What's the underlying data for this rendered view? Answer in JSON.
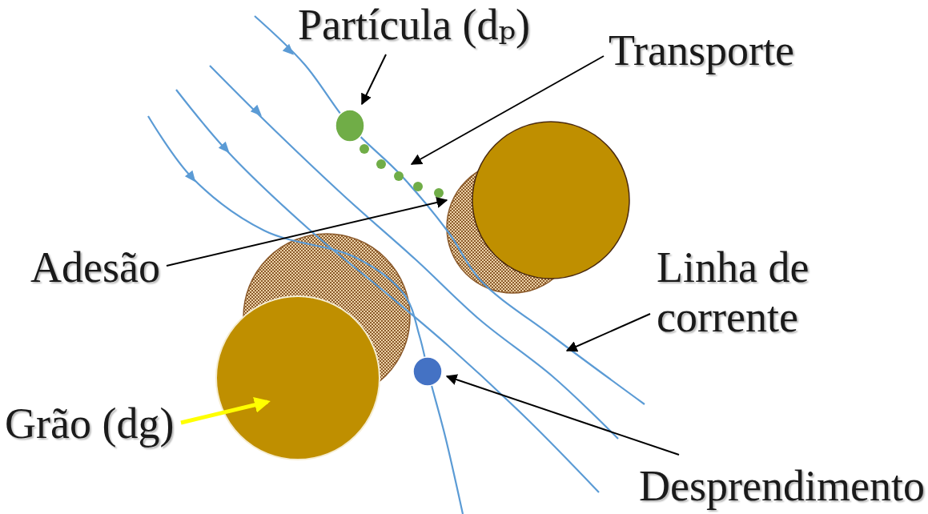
{
  "diagram": {
    "labels": [
      "Partícula (dₚ)",
      "Transporte",
      "Adesão",
      "Linha de corrente",
      "Grão (dg)",
      "Desprendimento"
    ]
  }
}
